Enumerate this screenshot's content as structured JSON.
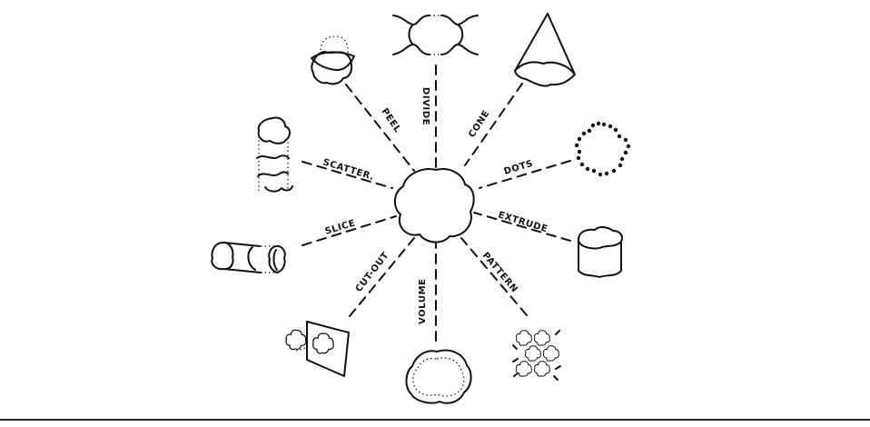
{
  "diagram": {
    "center_label": "",
    "operations": [
      {
        "id": "divide",
        "label": "DIVIDE"
      },
      {
        "id": "cone",
        "label": "CONE"
      },
      {
        "id": "dots",
        "label": "DOTS"
      },
      {
        "id": "extrude",
        "label": "EXTRUDE"
      },
      {
        "id": "pattern",
        "label": "PATTERN"
      },
      {
        "id": "volume",
        "label": "VOLUME"
      },
      {
        "id": "cutout",
        "label": "CUT-OUT"
      },
      {
        "id": "slice",
        "label": "SLICE"
      },
      {
        "id": "scatter",
        "label": "SCATTER."
      },
      {
        "id": "peel",
        "label": "PEEL"
      }
    ]
  }
}
